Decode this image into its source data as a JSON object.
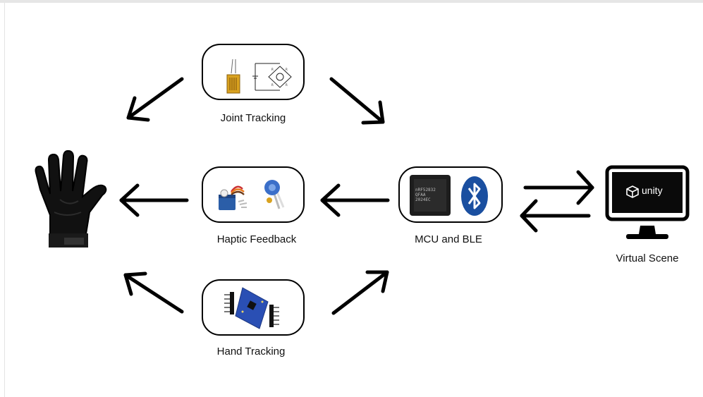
{
  "nodes": {
    "joint_tracking": "Joint Tracking",
    "haptic_feedback": "Haptic Feedback",
    "hand_tracking": "Hand Tracking",
    "mcu_ble": "MCU and BLE",
    "virtual_scene": "Virtual Scene"
  },
  "chip_text": [
    "nRF52832",
    "QFAA",
    "2024EC"
  ],
  "monitor_text": "unity",
  "colors": {
    "bluetooth": "#1a4fa0",
    "imu_board": "#2a4fb4",
    "strain_gauge": "#d9a21f",
    "servo": "#2b5ea8"
  }
}
